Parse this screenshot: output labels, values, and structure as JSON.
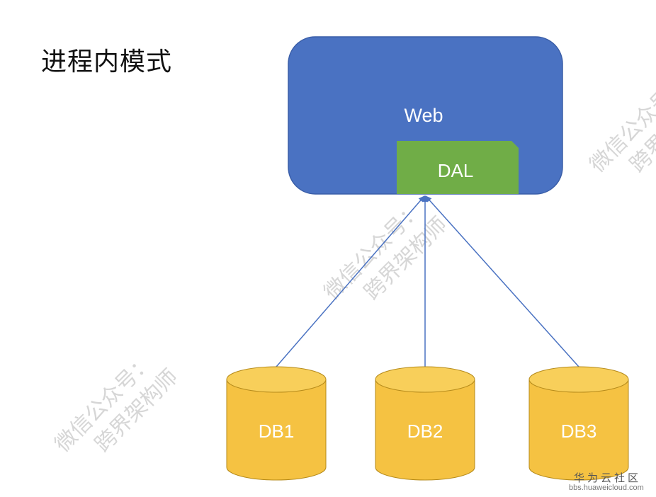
{
  "title": "进程内模式",
  "colors": {
    "web_fill": "#4a72c2",
    "web_stroke": "#3a5ea8",
    "dal_fill": "#70ad47",
    "db_fill": "#f5c242",
    "db_top": "#f8cf5a",
    "db_stroke": "#b58a1a",
    "arrow": "#4a72c2",
    "watermark": "#d6d6d6"
  },
  "web": {
    "label": "Web"
  },
  "dal": {
    "label": "DAL"
  },
  "databases": [
    {
      "label": "DB1"
    },
    {
      "label": "DB2"
    },
    {
      "label": "DB3"
    }
  ],
  "watermark": {
    "line1": "微信公众号：",
    "line2": "跨界架构师"
  },
  "footer": {
    "brand": "华为云社区",
    "url": "bbs.huaweicloud.com"
  }
}
